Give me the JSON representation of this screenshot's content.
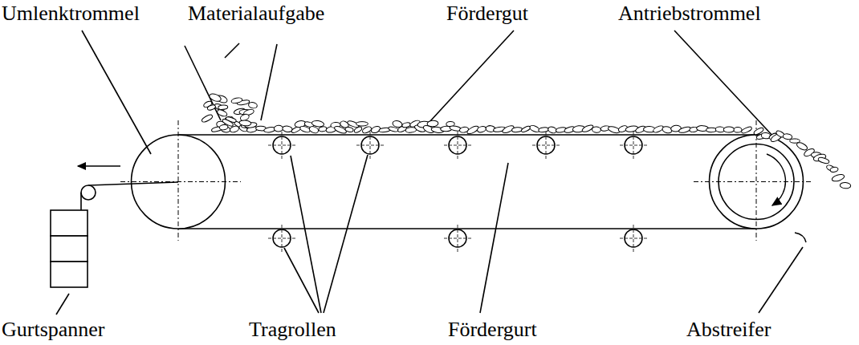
{
  "diagram": {
    "labels": [
      "Umlenktrommel",
      "Materialaufgabe",
      "Fördergut",
      "Antriebstrommel",
      "Gurtspanner",
      "Tragrollen",
      "Fördergurt",
      "Abstreifer"
    ]
  }
}
